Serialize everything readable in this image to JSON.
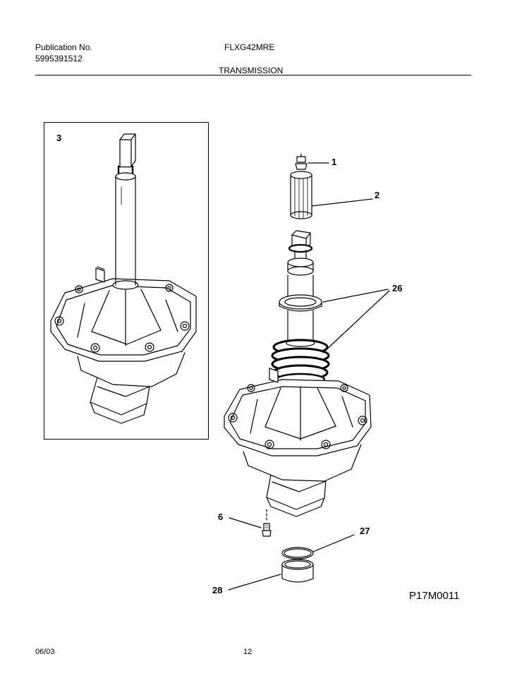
{
  "header": {
    "publication_label": "Publication No.",
    "publication_number": "5995391512",
    "model": "FLXG42MRE",
    "section_title": "TRANSMISSION"
  },
  "callouts": {
    "part_3": "3",
    "part_1": "1",
    "part_2": "2",
    "part_26": "26",
    "part_6": "6",
    "part_27": "27",
    "part_28": "28"
  },
  "figure_code": "P17M0011",
  "footer": {
    "date": "06/03",
    "page": "12"
  }
}
